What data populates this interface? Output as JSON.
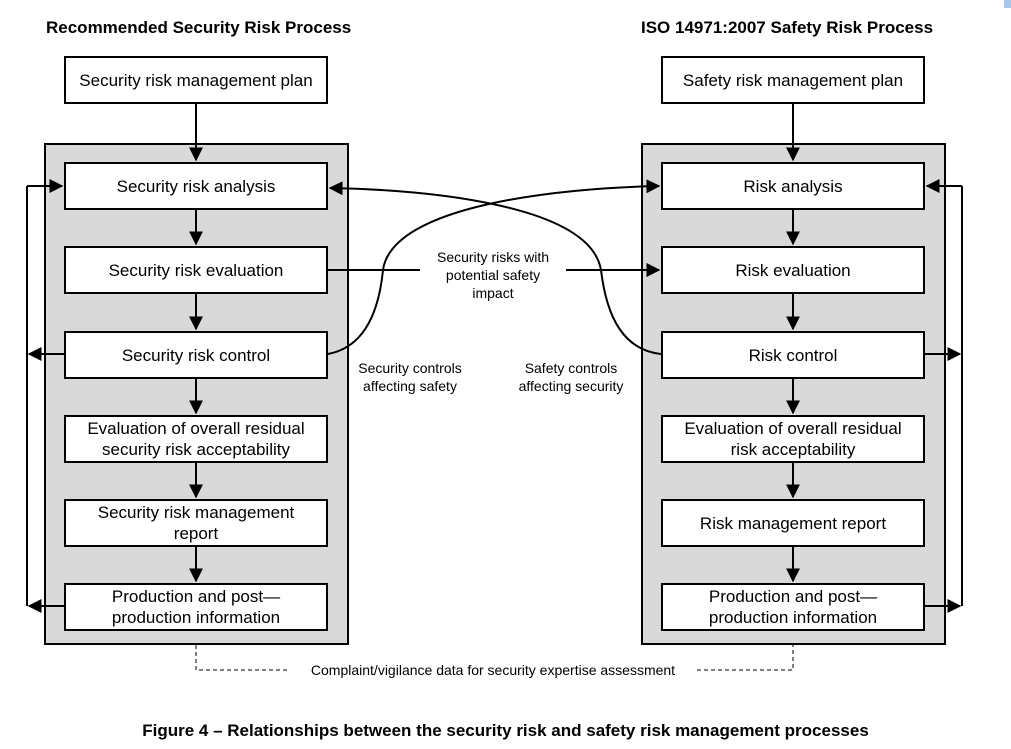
{
  "left": {
    "heading": "Recommended Security Risk Process",
    "plan": "Security risk management plan",
    "analysis": "Security risk analysis",
    "evaluation": "Security risk evaluation",
    "control": "Security risk control",
    "residual_line1": "Evaluation of overall residual",
    "residual_line2": "security risk acceptability",
    "report_line1": "Security risk management",
    "report_line2": "report",
    "production_line1": "Production and post—",
    "production_line2": "production information"
  },
  "right": {
    "heading": "ISO 14971:2007 Safety Risk Process",
    "plan": "Safety risk management plan",
    "analysis": "Risk analysis",
    "evaluation": "Risk evaluation",
    "control": "Risk control",
    "residual_line1": "Evaluation of overall residual",
    "residual_line2": "risk acceptability",
    "report": "Risk management report",
    "production_line1": "Production and post—",
    "production_line2": "production information"
  },
  "center": {
    "shared_line1": "Security risks with",
    "shared_line2": "potential safety",
    "shared_line3": "impact",
    "sec_controls_line1": "Security controls",
    "sec_controls_line2": "affecting safety",
    "saf_controls_line1": "Safety controls",
    "saf_controls_line2": "affecting security"
  },
  "feedback": "Complaint/vigilance data for security expertise assessment",
  "caption": "Figure 4 – Relationships between the security risk and safety risk management processes"
}
